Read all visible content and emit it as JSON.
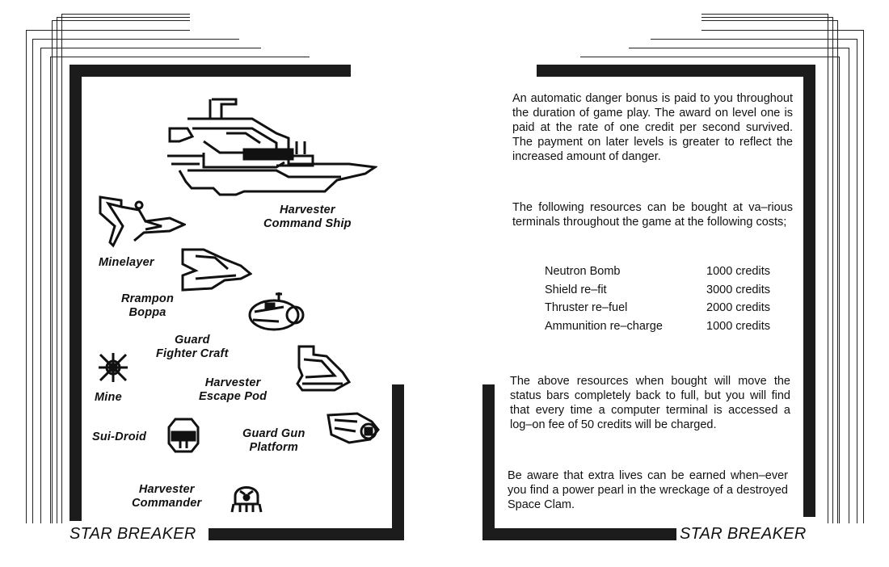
{
  "left_page": {
    "sprites": [
      {
        "id": "command-ship",
        "label": "Harvester\nCommand Ship",
        "icon": "harvester-command-ship-icon"
      },
      {
        "id": "minelayer",
        "label": "Minelayer",
        "icon": "minelayer-icon"
      },
      {
        "id": "rrampon-boppa",
        "label": "Rrampon\nBoppa",
        "icon": "rrampon-boppa-icon"
      },
      {
        "id": "guard-fighter",
        "label": "Guard\nFighter Craft",
        "icon": "guard-fighter-craft-icon"
      },
      {
        "id": "mine",
        "label": "Mine",
        "icon": "mine-icon"
      },
      {
        "id": "escape-pod",
        "label": "Harvester\nEscape Pod",
        "icon": "harvester-escape-pod-icon"
      },
      {
        "id": "sui-droid",
        "label": "Sui-Droid",
        "icon": "sui-droid-icon"
      },
      {
        "id": "guard-gun",
        "label": "Guard Gun\nPlatform",
        "icon": "guard-gun-platform-icon"
      },
      {
        "id": "commander",
        "label": "Harvester\nCommander",
        "icon": "harvester-commander-icon"
      }
    ],
    "footer": "STAR BREAKER"
  },
  "right_page": {
    "paragraphs": [
      "An automatic danger bonus is paid to you throughout the duration of game play. The award on level one is paid at the rate of one credit per second survived. The payment on later levels is greater to reflect the increased amount of danger.",
      "The following resources can be bought at va–rious terminals throughout the game at the following costs;",
      "The above resources when bought will move the status bars completely back to full, but you will find that every time a computer terminal is accessed a log–on fee of 50 credits will be charged.",
      "Be aware that extra lives can be earned when–ever you find a power pearl in the wreckage of a destroyed Space Clam."
    ],
    "costs": [
      {
        "item": "Neutron Bomb",
        "price": "1000 credits"
      },
      {
        "item": "Shield re–fit",
        "price": "3000 credits"
      },
      {
        "item": "Thruster re–fuel",
        "price": "2000 credits"
      },
      {
        "item": "Ammunition re–charge",
        "price": "1000 credits"
      }
    ],
    "footer": "STAR BREAKER"
  }
}
